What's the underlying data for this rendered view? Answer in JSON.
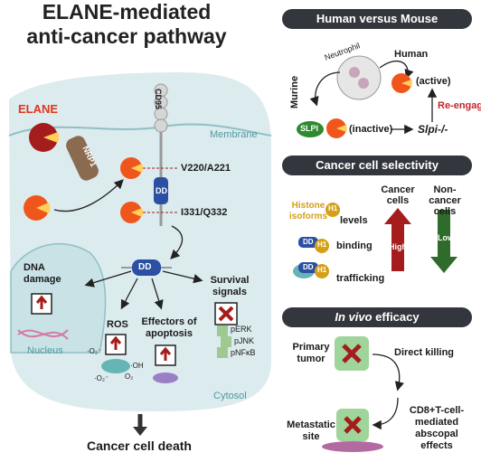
{
  "title_line1": "ELANE-mediated",
  "title_line2": "anti-cancer pathway",
  "left": {
    "elane": "ELANE",
    "nrp1": "NRP1",
    "cd95": "CD95",
    "membrane": "Membrane",
    "dd": "DD",
    "site1": "V220/A221",
    "site2": "I331/Q332",
    "dna_damage": "DNA damage",
    "nucleus": "Nucleus",
    "ros": "ROS",
    "ros_species": [
      "·O₂⁻",
      "·OH",
      "·O₂⁻",
      "O₂"
    ],
    "effectors": "Effectors of apoptosis",
    "survival": "Survival signals",
    "perk": "pERK",
    "pjnk": "pJNK",
    "pnfkb": "pNFκB",
    "cytosol": "Cytosol",
    "outcome": "Cancer cell death"
  },
  "panel1": {
    "heading": "Human versus Mouse",
    "neutrophil": "Neutrophil",
    "human": "Human",
    "murine": "Murine",
    "active": "(active)",
    "slpi": "SLPI",
    "inactive": "(inactive)",
    "reengage": "Re-engage",
    "knockout": "Slpi-/-"
  },
  "panel2": {
    "heading": "Cancer cell selectivity",
    "histone": "Histone isoforms",
    "h1": "H1",
    "levels": "levels",
    "binding": "binding",
    "trafficking": "trafficking",
    "dd": "DD",
    "cancer_cells": "Cancer cells",
    "noncancer_cells": "Non-cancer cells",
    "high": "High",
    "low": "Low"
  },
  "panel3": {
    "heading_italic": "In vivo",
    "heading_rest": " efficacy",
    "primary": "Primary tumor",
    "direct": "Direct killing",
    "metastatic": "Metastatic site",
    "abscopal": "CD8+T-cell-mediated abscopal effects"
  },
  "colors": {
    "dark_red": "#a51c1c",
    "orange": "#f0561c",
    "blue": "#2b4fa3",
    "green": "#2f6b2a",
    "cell_bg": "#dcebee"
  }
}
